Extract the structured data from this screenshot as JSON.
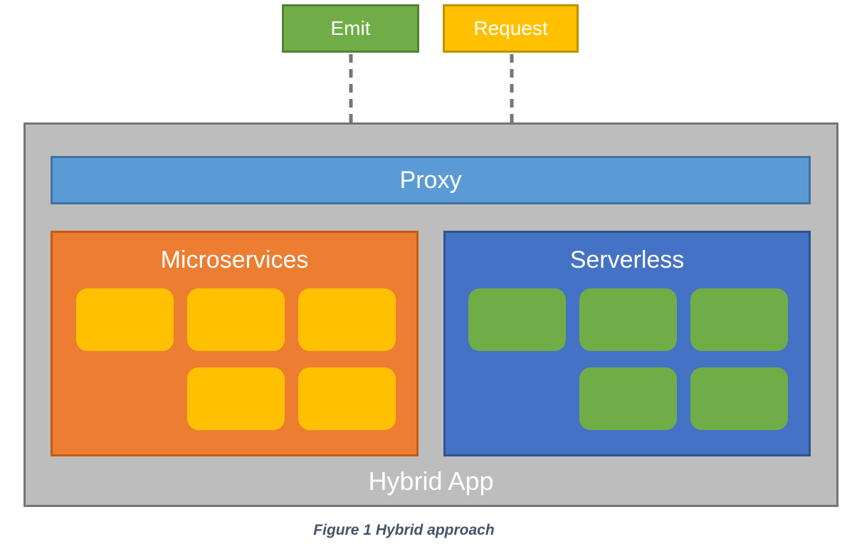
{
  "diagram": {
    "top_nodes": {
      "emit": {
        "label": "Emit",
        "fill": "#70AD47",
        "border": "#538135",
        "text_color": "#FFFFFF"
      },
      "request": {
        "label": "Request",
        "fill": "#FFC000",
        "border": "#BF9000",
        "text_color": "#FFFFFF"
      }
    },
    "arrows": {
      "style": "dashed",
      "color": "#757575",
      "count": 2,
      "from": [
        "Emit",
        "Request"
      ],
      "to": "Proxy"
    },
    "container": {
      "label": "Hybrid App",
      "fill": "#BDBDBD",
      "border": "#757575",
      "text_color": "#FFFFFF"
    },
    "proxy": {
      "label": "Proxy",
      "fill": "#5B9BD5",
      "border": "#41719C",
      "text_color": "#FFFFFF"
    },
    "panels": [
      {
        "label": "Microservices",
        "fill": "#ED7D31",
        "border": "#C55A11",
        "chip_fill": "#FFC000",
        "chip_count": 5,
        "chip_rows": [
          3,
          2
        ]
      },
      {
        "label": "Serverless",
        "fill": "#4472C4",
        "border": "#2F528F",
        "chip_fill": "#70AD47",
        "chip_count": 5,
        "chip_rows": [
          3,
          2
        ]
      }
    ],
    "caption": {
      "text": "Figure 1 Hybrid approach",
      "color": "#44546A"
    }
  }
}
